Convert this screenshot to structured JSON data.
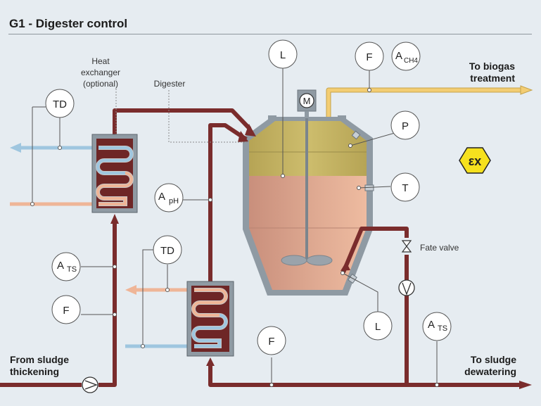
{
  "title": "G1 - Digester control",
  "labels": {
    "heat_exchanger": [
      "Heat",
      "exchanger",
      "(optional)"
    ],
    "digester": "Digester",
    "to_biogas": [
      "To biogas",
      "treatment"
    ],
    "fate_valve": "Fate valve",
    "from_sludge": [
      "From sludge",
      "thickening"
    ],
    "to_sludge": [
      "To sludge",
      "dewatering"
    ]
  },
  "instruments": {
    "level_top": "L",
    "flow_gas": "F",
    "methane_main": "A",
    "methane_sub": "CH4",
    "pressure": "P",
    "temperature": "T",
    "level_bottom": "L",
    "td_upper": "TD",
    "td_lower": "TD",
    "ph_main": "A",
    "ph_sub": "pH",
    "ts_left_main": "A",
    "ts_left_sub": "TS",
    "ts_right_main": "A",
    "ts_right_sub": "TS",
    "flow_inlet": "F",
    "flow_recirc": "F"
  },
  "motor": "M",
  "ex_symbol": "εx",
  "colors": {
    "sludge_pipe": "#7a2c2c",
    "biogas_pipe": "#f3cd73",
    "cold_water": "#9fc6df",
    "warm_water": "#efb597",
    "gas_zone": "#c8b765",
    "sludge_zone": "#d9a08a",
    "ex_yellow": "#f6e11e"
  }
}
